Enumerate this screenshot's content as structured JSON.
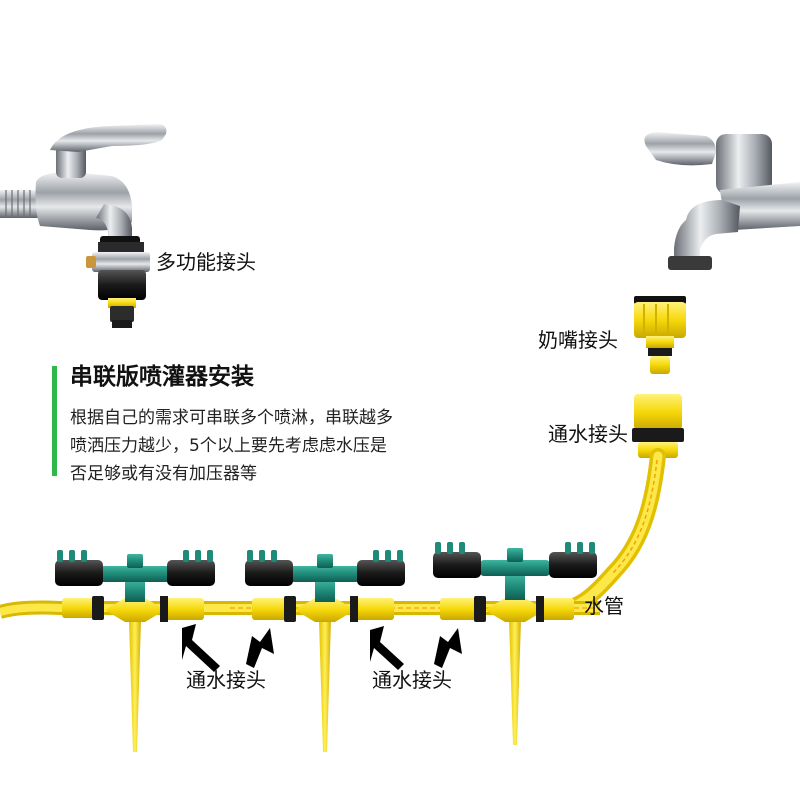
{
  "labels": {
    "multi_adapter": "多功能接头",
    "nipple_adapter": "奶嘴接头",
    "water_connector_top": "通水接头",
    "water_pipe": "水管",
    "water_connector_bottom_left": "通水接头",
    "water_connector_bottom_mid": "通水接头"
  },
  "info": {
    "heading": "串联版喷灌器安装",
    "lines": [
      "根据自己的需求可串联多个喷淋，串联越多",
      "喷洒压力越少，5个以上要先考虑虑水压是",
      "否足够或有没有加压器等"
    ]
  },
  "colors": {
    "accent": "#2db84a",
    "hose": "#f6d80a",
    "sprinkler_green": "#1f8a78",
    "connector_black": "#1a1a1a",
    "chrome": "#b8bcc2"
  }
}
